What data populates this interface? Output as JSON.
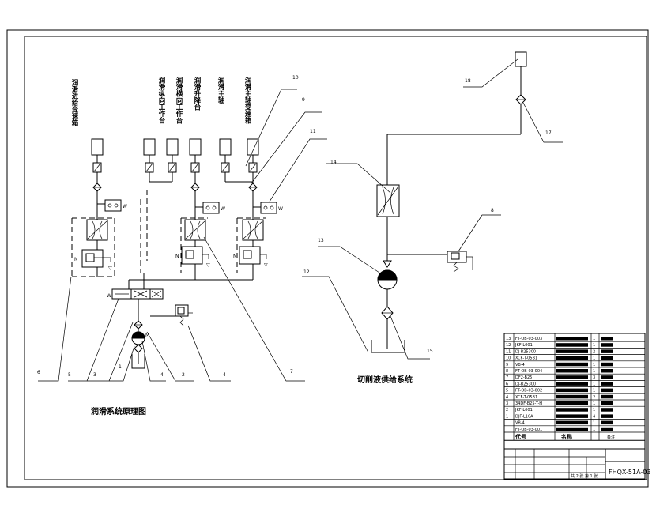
{
  "titles": {
    "lubrication_caption": "润滑系统原理图",
    "coolant_caption": "切削液供给系统"
  },
  "component_labels": [
    "润滑进给变速箱",
    "润滑纵向工作台",
    "润滑横向工作台",
    "润滑升降台",
    "润滑主轴",
    "润滑主轴变速箱"
  ],
  "callouts": [
    "10",
    "9",
    "11",
    "18",
    "17",
    "14",
    "8",
    "13",
    "12",
    "15",
    "6",
    "5",
    "3",
    "1",
    "4",
    "2",
    "4",
    "7"
  ],
  "title_block": {
    "drawing_number": "FHQX-51A-03",
    "header_code": "代号",
    "header_name": "名称",
    "header_note": "备注",
    "sheet_info": "共 2 张 第 1 张",
    "parts": [
      {
        "no": "13",
        "code": "FT-OB-03-003",
        "name": "",
        "qty": "1",
        "note": ""
      },
      {
        "no": "12",
        "code": "JKF-L001",
        "name": "",
        "qty": "1",
        "note": ""
      },
      {
        "no": "11",
        "code": "DJ-B25300",
        "name": "",
        "qty": "2",
        "note": ""
      },
      {
        "no": "10",
        "code": "XCF-T-05B1",
        "name": "",
        "qty": "1",
        "note": ""
      },
      {
        "no": "9",
        "code": "VB-4",
        "name": "",
        "qty": "1",
        "note": ""
      },
      {
        "no": "8",
        "code": "FT-OB-03-004",
        "name": "",
        "qty": "1",
        "note": ""
      },
      {
        "no": "7",
        "code": "DF2-B25",
        "name": "",
        "qty": "3",
        "note": ""
      },
      {
        "no": "6",
        "code": "DJ-B25300",
        "name": "",
        "qty": "1",
        "note": ""
      },
      {
        "no": "5",
        "code": "FT-OB-03-002",
        "name": "",
        "qty": "1",
        "note": ""
      },
      {
        "no": "4",
        "code": "XCF-T-05B1",
        "name": "",
        "qty": "2",
        "note": ""
      },
      {
        "no": "3",
        "code": "34DF-B25-T-H",
        "name": "",
        "qty": "1",
        "note": ""
      },
      {
        "no": "2",
        "code": "JKF-L001",
        "name": "",
        "qty": "1",
        "note": ""
      },
      {
        "no": "1",
        "code": "DJF-L10A",
        "name": "",
        "qty": "4",
        "note": ""
      },
      {
        "no": "",
        "code": "VB-4",
        "name": "",
        "qty": "1",
        "note": ""
      },
      {
        "no": "",
        "code": "FT-OB-03-001",
        "name": "",
        "qty": "1",
        "note": ""
      }
    ]
  },
  "colors": {
    "line": "#000000",
    "paper": "#ffffff"
  }
}
